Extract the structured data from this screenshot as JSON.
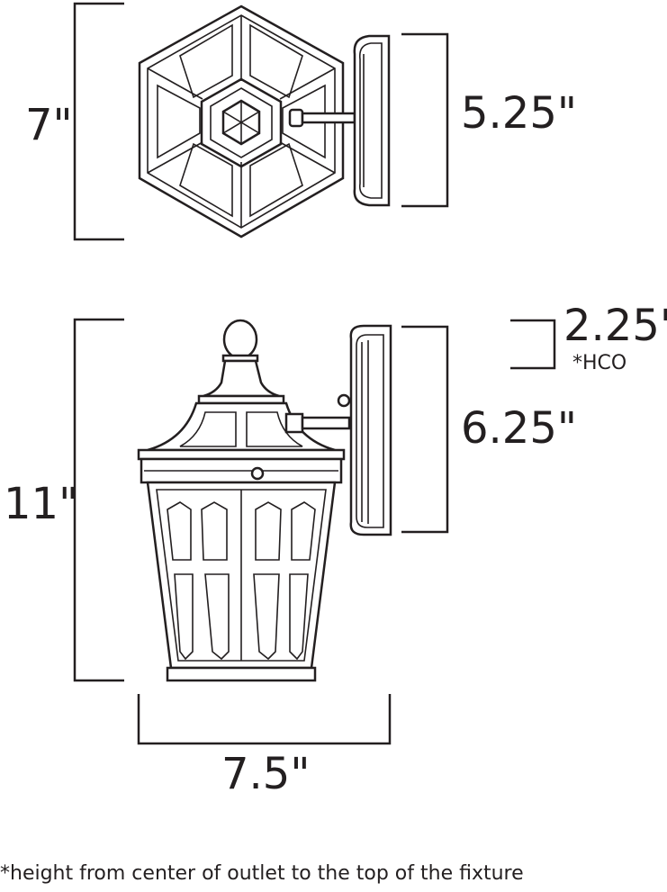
{
  "top_view": {
    "height_label": "7\"",
    "backplate_label": "5.25\""
  },
  "side_view": {
    "height_label": "11\"",
    "backplate_label": "6.25\"",
    "hco_label": "2.25\"",
    "hco_note": "*HCO",
    "width_label": "7.5\""
  },
  "footnote": "*height from center of outlet to the top of the fixture"
}
